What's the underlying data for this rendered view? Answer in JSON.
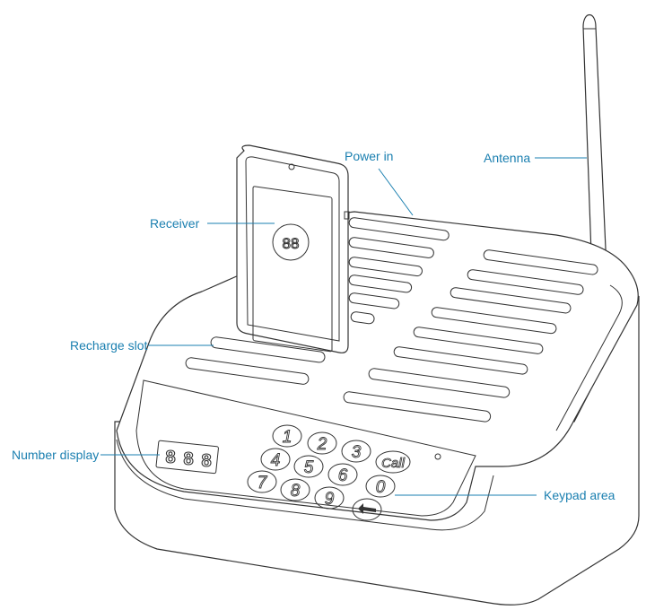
{
  "labels": {
    "power_in": "Power in",
    "antenna": "Antenna",
    "receiver": "Receiver",
    "recharge_slot": "Recharge slot",
    "number_display": "Number display",
    "keypad_area": "Keypad area"
  },
  "receiver_display": "88",
  "keypad": {
    "keys": [
      "1",
      "2",
      "3",
      "4",
      "5",
      "6",
      "7",
      "8",
      "9",
      "0"
    ],
    "call_label": "Call",
    "back_icon": "back-arrow-icon"
  },
  "colors": {
    "label": "#1a7fb0",
    "outline": "#333333"
  }
}
